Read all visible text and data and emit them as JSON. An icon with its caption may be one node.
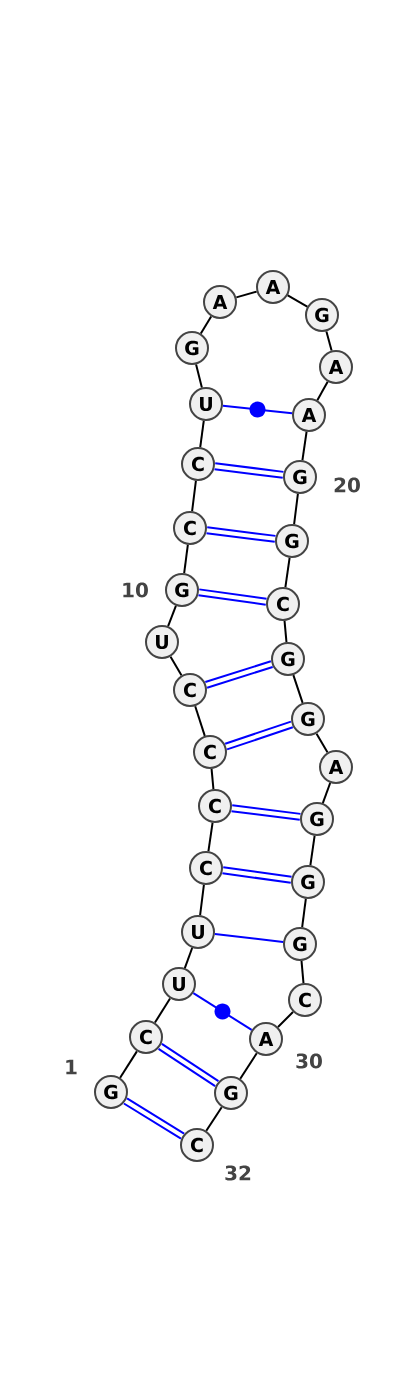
{
  "diagram": {
    "nodes": [
      {
        "text": [
          "G"
        ],
        "beside": [
          "1"
        ]
      },
      {
        "text": [
          "C"
        ]
      },
      {
        "text": [
          "U"
        ]
      },
      {
        "text": [
          "U"
        ]
      },
      {
        "text": [
          "C"
        ]
      },
      {
        "text": [
          "C"
        ]
      },
      {
        "text": [
          "C"
        ]
      },
      {
        "text": [
          "C"
        ]
      },
      {
        "text": [
          "U"
        ]
      },
      {
        "text": [
          "G"
        ],
        "beside": [
          "10"
        ]
      },
      {
        "text": [
          "C"
        ]
      },
      {
        "text": [
          "C"
        ]
      },
      {
        "text": [
          "U"
        ]
      },
      {
        "text": [
          "G"
        ]
      },
      {
        "text": [
          "A"
        ]
      },
      {
        "text": [
          "A"
        ]
      },
      {
        "text": [
          "G"
        ]
      },
      {
        "text": [
          "A"
        ]
      },
      {
        "text": [
          "A"
        ]
      },
      {
        "text": [
          "G"
        ],
        "beside": [
          "20"
        ]
      },
      {
        "text": [
          "G"
        ]
      },
      {
        "text": [
          "C"
        ]
      },
      {
        "text": [
          "G"
        ]
      },
      {
        "text": [
          "G"
        ]
      },
      {
        "text": [
          "A"
        ]
      },
      {
        "text": [
          "G"
        ]
      },
      {
        "text": [
          "G"
        ]
      },
      {
        "text": [
          "G"
        ]
      },
      {
        "text": [
          "C"
        ]
      },
      {
        "text": [
          "A"
        ],
        "beside": [
          "30"
        ]
      },
      {
        "text": [
          "G"
        ]
      },
      {
        "text": [
          "C"
        ],
        "beside": [
          "32"
        ]
      }
    ],
    "edges": [
      {
        "from": 0,
        "to": 1,
        "arrow": "none"
      },
      {
        "from": 1,
        "to": 2,
        "arrow": "none"
      },
      {
        "from": 2,
        "to": 3,
        "arrow": "none"
      },
      {
        "from": 3,
        "to": 4,
        "arrow": "none"
      },
      {
        "from": 4,
        "to": 5,
        "arrow": "none"
      },
      {
        "from": 5,
        "to": 6,
        "arrow": "none"
      },
      {
        "from": 6,
        "to": 7,
        "arrow": "none"
      },
      {
        "from": 7,
        "to": 8,
        "arrow": "none"
      },
      {
        "from": 8,
        "to": 9,
        "arrow": "none"
      },
      {
        "from": 9,
        "to": 10,
        "arrow": "none"
      },
      {
        "from": 10,
        "to": 11,
        "arrow": "none"
      },
      {
        "from": 11,
        "to": 12,
        "arrow": "none"
      },
      {
        "from": 12,
        "to": 13,
        "arrow": "none"
      },
      {
        "from": 13,
        "to": 14,
        "arrow": "none"
      },
      {
        "from": 14,
        "to": 15,
        "arrow": "none"
      },
      {
        "from": 15,
        "to": 16,
        "arrow": "none"
      },
      {
        "from": 16,
        "to": 17,
        "arrow": "none"
      },
      {
        "from": 17,
        "to": 18,
        "arrow": "none"
      },
      {
        "from": 18,
        "to": 19,
        "arrow": "none"
      },
      {
        "from": 19,
        "to": 20,
        "arrow": "none"
      },
      {
        "from": 20,
        "to": 21,
        "arrow": "none"
      },
      {
        "from": 21,
        "to": 22,
        "arrow": "none"
      },
      {
        "from": 22,
        "to": 23,
        "arrow": "none"
      },
      {
        "from": 23,
        "to": 24,
        "arrow": "none"
      },
      {
        "from": 24,
        "to": 25,
        "arrow": "none"
      },
      {
        "from": 25,
        "to": 26,
        "arrow": "none"
      },
      {
        "from": 26,
        "to": 27,
        "arrow": "none"
      },
      {
        "from": 27,
        "to": 28,
        "arrow": "none"
      },
      {
        "from": 28,
        "to": 29,
        "arrow": "none"
      },
      {
        "from": 29,
        "to": 30,
        "arrow": "none"
      },
      {
        "from": 30,
        "to": 31,
        "arrow": "none"
      },
      {
        "from": 0,
        "to": 31,
        "arrow": "none",
        "color": "#0000ff"
      },
      {
        "from": 0,
        "to": 31,
        "arrow": "none",
        "color": "#0000ff"
      },
      {
        "from": 1,
        "to": 30,
        "arrow": "none",
        "color": "#0000ff"
      },
      {
        "from": 1,
        "to": 30,
        "arrow": "none",
        "color": "#0000ff"
      },
      {
        "from": 2,
        "to": 29,
        "arrow": "none",
        "color": "#0000ff"
      },
      {
        "from": 3,
        "to": 27,
        "arrow": "none",
        "color": "#0000ff"
      },
      {
        "from": 4,
        "to": 26,
        "arrow": "none",
        "color": "#0000ff"
      },
      {
        "from": 4,
        "to": 26,
        "arrow": "none",
        "color": "#0000ff"
      },
      {
        "from": 5,
        "to": 25,
        "arrow": "none",
        "color": "#0000ff"
      },
      {
        "from": 5,
        "to": 25,
        "arrow": "none",
        "color": "#0000ff"
      },
      {
        "from": 6,
        "to": 23,
        "arrow": "none",
        "color": "#0000ff"
      },
      {
        "from": 6,
        "to": 23,
        "arrow": "none",
        "color": "#0000ff"
      },
      {
        "from": 7,
        "to": 22,
        "arrow": "none",
        "color": "#0000ff"
      },
      {
        "from": 7,
        "to": 22,
        "arrow": "none",
        "color": "#0000ff"
      },
      {
        "from": 9,
        "to": 21,
        "arrow": "none",
        "color": "#0000ff"
      },
      {
        "from": 9,
        "to": 21,
        "arrow": "none",
        "color": "#0000ff"
      },
      {
        "from": 10,
        "to": 20,
        "arrow": "none",
        "color": "#0000ff"
      },
      {
        "from": 10,
        "to": 20,
        "arrow": "none",
        "color": "#0000ff"
      },
      {
        "from": 11,
        "to": 19,
        "arrow": "none",
        "color": "#0000ff"
      },
      {
        "from": 11,
        "to": 19,
        "arrow": "none",
        "color": "#0000ff"
      },
      {
        "from": 12,
        "to": 18,
        "arrow": "none",
        "color": "#0000ff"
      }
    ]
  }
}
